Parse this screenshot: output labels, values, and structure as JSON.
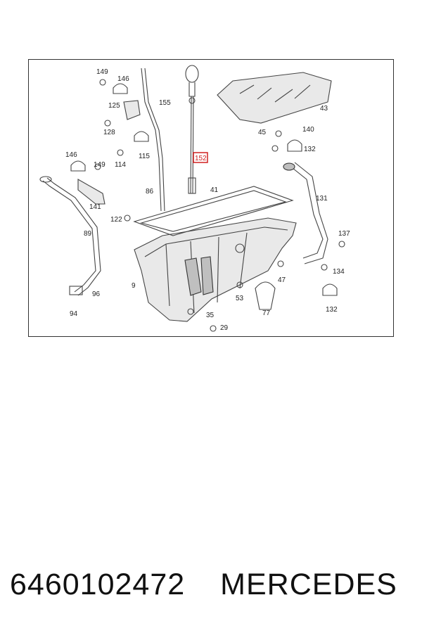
{
  "diagram": {
    "callouts": [
      "149",
      "146",
      "155",
      "43",
      "125",
      "128",
      "45",
      "140",
      "115",
      "132",
      "146",
      "149",
      "114",
      "152",
      "86",
      "41",
      "131",
      "141",
      "122",
      "137",
      "89",
      "47",
      "134",
      "9",
      "96",
      "53",
      "77",
      "132",
      "94",
      "35",
      "29"
    ],
    "highlighted_callout": "152",
    "highlight_color": "#d02020"
  },
  "caption": {
    "part_number": "6460102472",
    "brand": "MERCEDES"
  }
}
